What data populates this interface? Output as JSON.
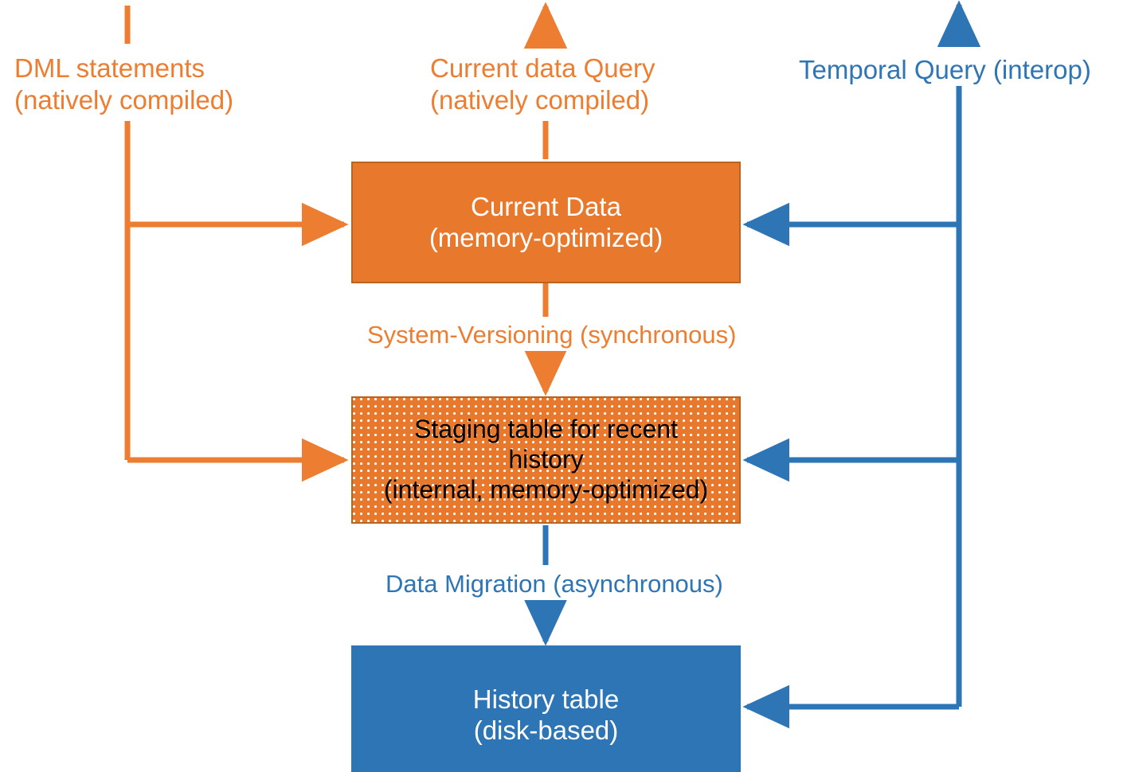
{
  "diagram": {
    "title": "SQL Server temporal memory-optimized table architecture",
    "colors": {
      "orange_fill": "#E8792C",
      "orange_text": "#ED7D31",
      "orange_stroke": "#ED7D31",
      "orange_border": "#B9651F",
      "blue_fill": "#2E75B6",
      "blue_text": "#2E75B6",
      "blue_stroke": "#2E75B6",
      "background": "#FFFFFF",
      "box_text_light": "#FFFFFF",
      "box_text_dark": "#000000"
    },
    "boxes": {
      "current_data": {
        "line1": "Current Data",
        "line2": "(memory-optimized)"
      },
      "staging_table": {
        "line1": "Staging table for recent",
        "line2": "history",
        "line3": "(internal, memory-optimized)"
      },
      "history_table": {
        "line1": "History table",
        "line2": "(disk-based)"
      }
    },
    "labels": {
      "dml": {
        "line1": "DML statements",
        "line2": "(natively compiled)"
      },
      "current_query": {
        "line1": "Current data Query",
        "line2": "(natively compiled)"
      },
      "temporal_query": {
        "line1": "Temporal Query (interop)"
      },
      "system_versioning": {
        "line1": "System-Versioning (synchronous)"
      },
      "data_migration": {
        "line1": "Data  Migration (asynchronous)"
      }
    },
    "flows": [
      {
        "name": "dml-to-current-data",
        "from": "DML statements (natively compiled)",
        "to": "Current Data (memory-optimized)",
        "color": "#ED7D31",
        "direction": "right"
      },
      {
        "name": "dml-to-staging-table",
        "from": "DML statements (natively compiled)",
        "to": "Staging table for recent history (internal, memory-optimized)",
        "color": "#ED7D31",
        "direction": "right"
      },
      {
        "name": "current-data-query-out",
        "from": "Current Data (memory-optimized)",
        "to": "Current data Query (natively compiled)",
        "color": "#ED7D31",
        "direction": "up"
      },
      {
        "name": "system-versioning",
        "from": "Current Data (memory-optimized)",
        "to": "Staging table for recent history (internal, memory-optimized)",
        "color": "#ED7D31",
        "direction": "down",
        "label": "System-Versioning (synchronous)"
      },
      {
        "name": "data-migration",
        "from": "Staging table for recent history (internal, memory-optimized)",
        "to": "History table (disk-based)",
        "color": "#2E75B6",
        "direction": "down",
        "label": "Data  Migration (asynchronous)"
      },
      {
        "name": "temporal-query-to-current-data",
        "from": "Temporal Query (interop)",
        "to": "Current Data (memory-optimized)",
        "color": "#2E75B6",
        "direction": "left"
      },
      {
        "name": "temporal-query-to-staging-table",
        "from": "Temporal Query (interop)",
        "to": "Staging table for recent history (internal, memory-optimized)",
        "color": "#2E75B6",
        "direction": "left"
      },
      {
        "name": "temporal-query-to-history-table",
        "from": "Temporal Query (interop)",
        "to": "History table (disk-based)",
        "color": "#2E75B6",
        "direction": "left"
      }
    ]
  }
}
